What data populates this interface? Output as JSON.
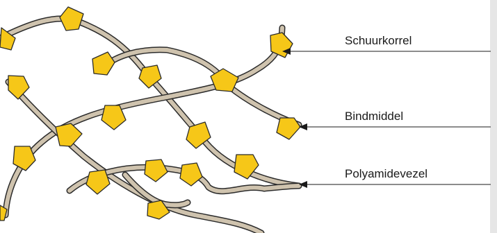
{
  "labels": {
    "abrasive_grain": "Schuurkorrel",
    "binder": "Bindmiddel",
    "polyamide_fiber": "Polyamidevezel"
  },
  "colors": {
    "fiber": "#cfc3ae",
    "grain": "#f6c718",
    "side_strip": "#e6e6e6",
    "outline": "#2b2b2b"
  }
}
